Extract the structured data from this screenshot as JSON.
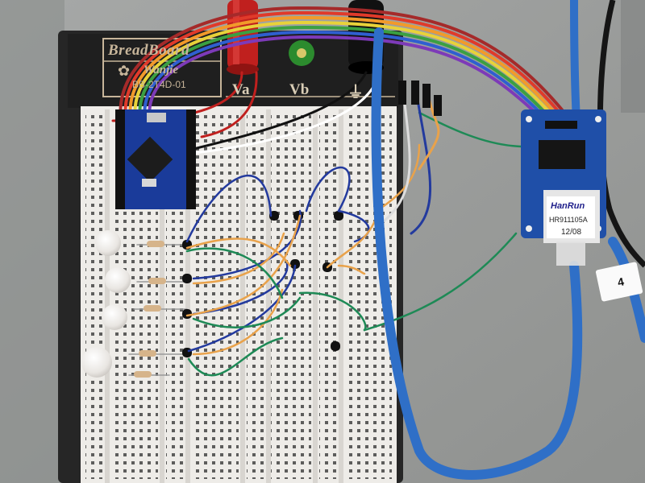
{
  "breadboard": {
    "brand": "BreadBoard",
    "maker": "Wanjie",
    "model": "BB-2T4D-01"
  },
  "terminals": {
    "va": "Va",
    "vb": "Vb",
    "ground": "⏚"
  },
  "ethernet_module": {
    "jack_brand": "HanRun",
    "jack_part": "HR911105A",
    "jack_date": "12/08"
  },
  "cable_tag": {
    "number": "4"
  },
  "colors": {
    "breadboard_body": "#2a2a2a",
    "breadboard_face": "#eeece8",
    "module_pcb": "#1f4fa8",
    "arduino_pcb": "#1a3b9a",
    "ethernet_cable": "#2f6fc7",
    "wire_blue": "#233a9e",
    "wire_orange": "#e9a24a",
    "wire_green": "#1e8a56",
    "led_diffused": "#f2f0ee"
  }
}
